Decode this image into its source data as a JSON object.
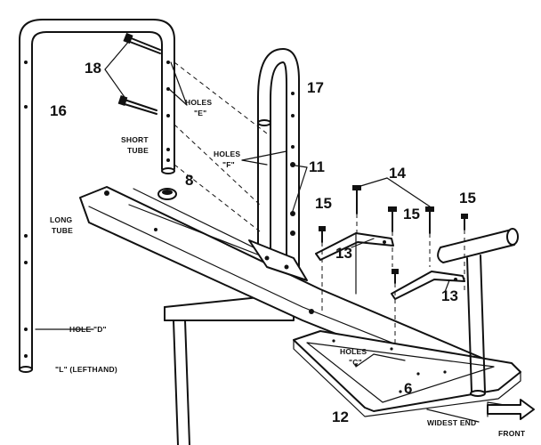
{
  "parts": {
    "p16": "16",
    "p18": "18",
    "p17": "17",
    "p8": "8",
    "p11": "11",
    "p14": "14",
    "p15a": "15",
    "p15b": "15",
    "p15c": "15",
    "p13a": "13",
    "p13b": "13",
    "p6": "6",
    "p12": "12"
  },
  "labels": {
    "holes_e_1": "HOLES",
    "holes_e_2": "\"E\"",
    "short_tube_1": "SHORT",
    "short_tube_2": "TUBE",
    "holes_f_1": "HOLES",
    "holes_f_2": "\"F\"",
    "long_tube_1": "LONG",
    "long_tube_2": "TUBE",
    "hole_d": "HOLE \"D\"",
    "lefthand": "\"L\" (LEFTHAND)",
    "holes_c_1": "HOLES",
    "holes_c_2": "\"C\"",
    "widest_end": "WIDEST END",
    "front": "FRONT"
  }
}
